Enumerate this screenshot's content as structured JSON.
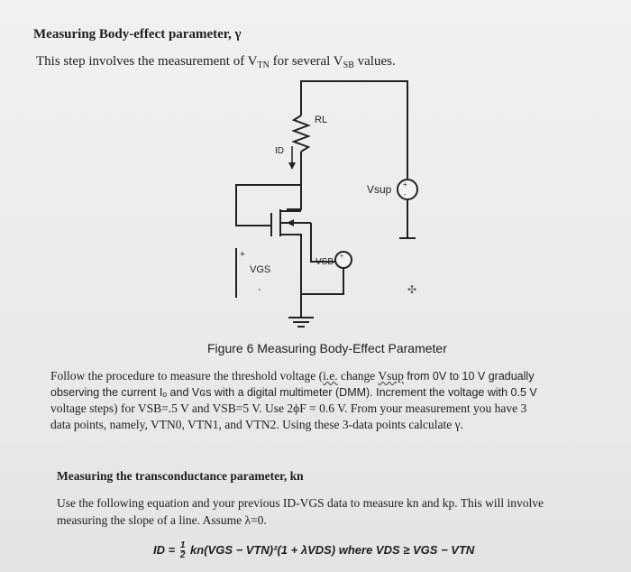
{
  "section1": {
    "title": "Measuring Body-effect parameter, γ",
    "intro_prefix": "This step involves the measurement of V",
    "intro_sub1": "TN",
    "intro_mid": " for several V",
    "intro_sub2": "SB",
    "intro_suffix": " values."
  },
  "figure": {
    "labels": {
      "rl": "RL",
      "id": "ID",
      "vsup": "Vsup",
      "vsb": "VSB",
      "vgs": "VGS",
      "plus": "+",
      "minus": "-"
    },
    "caption": "Figure 6 Measuring Body-Effect Parameter"
  },
  "procedure": {
    "l1_a": "Follow the procedure to measure the threshold voltage (",
    "l1_b": "i.e.",
    "l1_c": " change ",
    "l1_d": "Vsup",
    "l1_e": " from 0V to 10 V gradually",
    "l2": "observing the current Iₒ and Vɢs with a digital multimeter (DMM). Increment the voltage with 0.5 V",
    "l3": "voltage steps) for VSB=.5 V and VSB=5 V. Use 2ϕF = 0.6 V. From your measurement you have 3",
    "l4": "data points, namely, VTN0, VTN1, and VTN2. Using these 3-data points calculate γ."
  },
  "section2": {
    "title": "Measuring the transconductance parameter, kn",
    "l1": "Use the following equation and your previous ID-VGS data to measure kn and kp. This will involve",
    "l2": "measuring the slope of a line. Assume λ=0.",
    "eq_lhs": "ID =",
    "eq_frac_num": "1",
    "eq_frac_den": "2",
    "eq_rhs": "kn(VGS − VTN)²(1 + λVDS) where VDS ≥ VGS − VTN"
  }
}
